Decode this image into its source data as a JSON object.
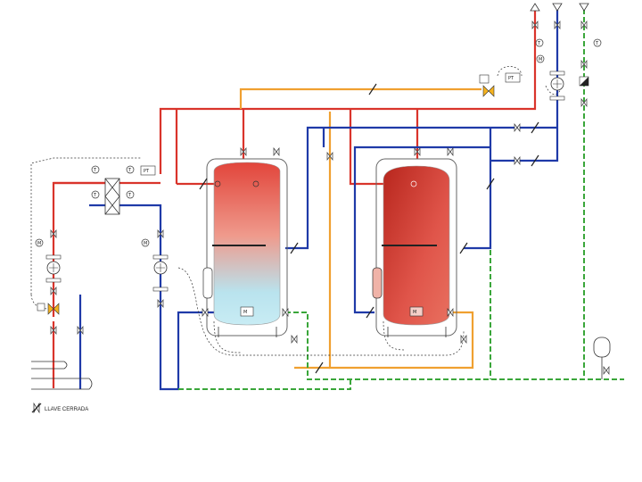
{
  "diagram": {
    "legend": {
      "closed_valve_label": "LLAVE CERRADA"
    },
    "instrument_labels": {
      "temperature": "T",
      "motor": "M",
      "pressure_transmitter": "PT",
      "tank_tag": "M"
    },
    "pipe_colors": {
      "hot_supply": "#d9342b",
      "hot_return": "#f0a030",
      "cold_return": "#1f3aa8",
      "cold_water": "#3aa63a",
      "signal": "#333333"
    },
    "icons": [
      "tank-icon",
      "pump-icon",
      "valve-icon",
      "three-way-valve-icon",
      "heat-exchanger-icon",
      "expansion-vessel-icon",
      "thermometer-icon",
      "closed-valve-icon",
      "arrow-up-icon",
      "arrow-down-icon"
    ]
  }
}
